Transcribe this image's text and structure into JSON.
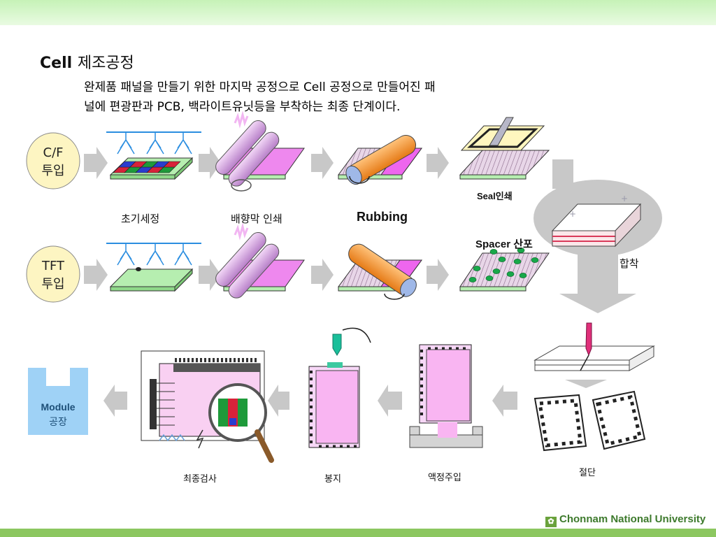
{
  "slide": {
    "title_en": "Cell",
    "title_ko": "제조공정",
    "description": "완제품 패널을 만들기 위한 마지막 공정으로 Cell 공정으로 만들어진 패\n널에 편광판과 PCB, 백라이트유닛등을 부착하는 최종 단계이다."
  },
  "inputs": {
    "cf_line1": "C/F",
    "cf_line2": "투입",
    "tft_line1": "TFT",
    "tft_line2": "투입"
  },
  "steps": {
    "clean": "초기세정",
    "align_print": "배향막 인쇄",
    "rubbing": "Rubbing",
    "seal_print": "Seal인쇄",
    "spacer": "Spacer 산포",
    "bonding": "합착",
    "cutting": "절단",
    "lc_injection": "액정주입",
    "sealing": "봉지",
    "final_inspection": "최종검사",
    "module_line1": "Module",
    "module_line2": "공장"
  },
  "footer": {
    "university": "Chonnam National University"
  },
  "colors": {
    "header_gradient": "#c6f2b7",
    "footer_bar": "#8cc760",
    "input_circle": "#fdf5c2",
    "arrow": "#c8c8c8",
    "roller": "#d9a6e6",
    "rubbing_roller": "#f59a3c",
    "substrate_pink": "#ee88ee",
    "substrate_green": "#b6eeb0",
    "module_box": "#9fd2f6",
    "spacer_dots": "#18a84a"
  }
}
